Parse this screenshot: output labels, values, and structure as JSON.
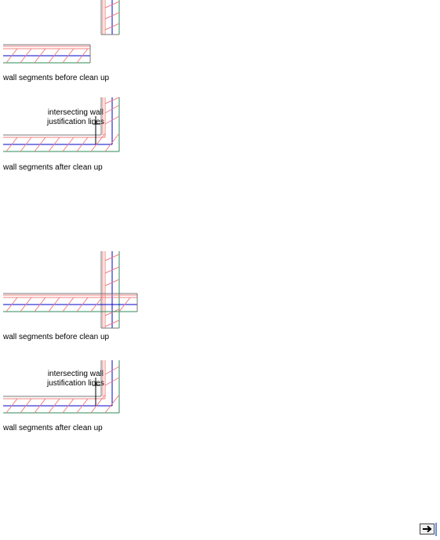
{
  "figures": [
    {
      "caption": "wall segments before clean up"
    },
    {
      "caption": "wall segments after clean up",
      "callout_line1": "intersecting wall",
      "callout_line2": "justification lines"
    },
    {
      "caption": "wall segments before clean up"
    },
    {
      "caption": "wall segments after clean up",
      "callout_line1": "intersecting wall",
      "callout_line2": "justification lines"
    }
  ],
  "colors": {
    "hatch": "#f08080",
    "justification": "#0000cc",
    "boundary_green": "#2e8b57",
    "boundary_dark": "#666666"
  },
  "nav": {
    "next_icon": "arrow-right-icon"
  }
}
